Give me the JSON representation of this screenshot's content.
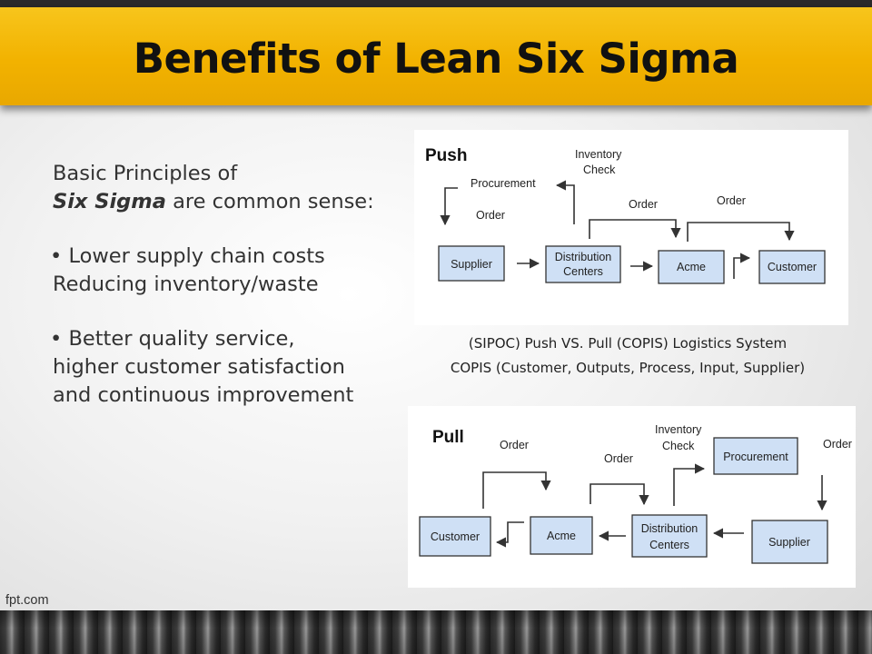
{
  "slide": {
    "title": "Benefits of Lean Six Sigma",
    "footer_brand": "fpt.com"
  },
  "text_block": {
    "intro_line1": "Basic Principles of",
    "intro_emphasis": "Six Sigma",
    "intro_rest": " are common sense:",
    "bullet1_line1": "Lower supply chain costs",
    "bullet1_line2": "Reducing inventory/waste",
    "bullet2_line1": "Better quality service,",
    "bullet2_line2": "higher customer satisfaction",
    "bullet2_line3": "and continuous improvement"
  },
  "captions": {
    "line1": "(SIPOC) Push VS. Pull (COPIS) Logistics System",
    "line2": "COPIS (Customer, Outputs, Process, Input, Supplier)"
  },
  "push_diagram": {
    "label": "Push",
    "supplier": "Supplier",
    "distribution_line1": "Distribution",
    "distribution_line2": "Centers",
    "acme": "Acme",
    "customer": "Customer",
    "procurement": "Procurement",
    "order_left": "Order",
    "inventory_line1": "Inventory",
    "inventory_line2": "Check",
    "order_mid": "Order",
    "order_right": "Order"
  },
  "pull_diagram": {
    "label": "Pull",
    "customer": "Customer",
    "acme": "Acme",
    "distribution_line1": "Distribution",
    "distribution_line2": "Centers",
    "supplier": "Supplier",
    "procurement": "Procurement",
    "order_left": "Order",
    "order_mid": "Order",
    "inventory_line1": "Inventory",
    "inventory_line2": "Check",
    "order_right": "Order"
  },
  "colors": {
    "title_bar": "#f2b200",
    "node_fill": "#cfe0f5",
    "node_stroke": "#333333"
  }
}
